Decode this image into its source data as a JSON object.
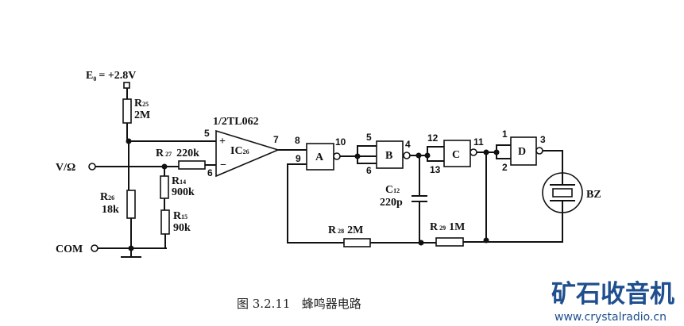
{
  "supply": {
    "label": "E",
    "sub": "0",
    "value": "= +2.8V"
  },
  "terminals": {
    "input": "V/Ω",
    "common": "COM"
  },
  "opamp": {
    "type": "1/2TL062",
    "name": "IC",
    "name_sub": "26",
    "pin_plus": "5",
    "pin_minus": "6",
    "pin_out": "7",
    "plus_sign": "+",
    "minus_sign": "−"
  },
  "resistors": {
    "r25": {
      "name": "R",
      "sub": "25",
      "value": "2M"
    },
    "r26": {
      "name": "R",
      "sub": "26",
      "value": "18k"
    },
    "r27": {
      "name": "R",
      "sub": "27",
      "value": "220k"
    },
    "r14": {
      "name": "R",
      "sub": "14",
      "value": "900k"
    },
    "r15": {
      "name": "R",
      "sub": "15",
      "value": "90k"
    },
    "r28": {
      "name": "R",
      "sub": "28",
      "value": "2M"
    },
    "r29": {
      "name": "R",
      "sub": "29",
      "value": "1M"
    }
  },
  "capacitor": {
    "name": "C",
    "sub": "12",
    "value": "220p"
  },
  "gates": [
    {
      "label": "A",
      "in1": "8",
      "in2": "9",
      "out": "10"
    },
    {
      "label": "B",
      "in1": "5",
      "in2": "6",
      "out": "4"
    },
    {
      "label": "C",
      "in1": "12",
      "in2": "13",
      "out": "11"
    },
    {
      "label": "D",
      "in1": "1",
      "in2": "2",
      "out": "3"
    }
  ],
  "buzzer": {
    "label": "BZ"
  },
  "caption": "图 3.2.11   蜂鸣器电路",
  "watermark": {
    "title": "矿石收音机",
    "url": "www.crystalradio.cn",
    "color": "#1f4f8f"
  }
}
